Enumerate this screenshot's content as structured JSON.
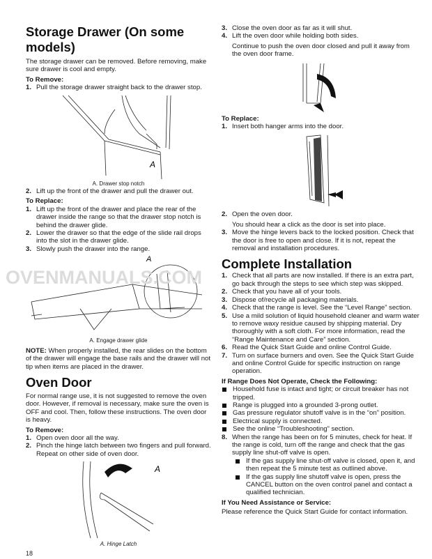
{
  "watermark": "OVENMANUALS.COM",
  "page_number": "18",
  "storage": {
    "title": "Storage Drawer (On some models)",
    "intro": "The storage drawer can be removed. Before removing, make sure drawer is cool and empty.",
    "remove_heading": "To Remove:",
    "remove_steps": [
      {
        "n": "1.",
        "t": "Pull the storage drawer straight back to the drawer stop."
      },
      {
        "n": "2.",
        "t": "Lift up the front of the drawer and pull the drawer out."
      }
    ],
    "fig1_label": "A",
    "fig1_caption": "A. Drawer stop notch",
    "replace_heading": "To Replace:",
    "replace_steps": [
      {
        "n": "1.",
        "t": "Lift up the front of the drawer and place the rear of the drawer inside the range so that the drawer stop notch is behind the drawer glide."
      },
      {
        "n": "2.",
        "t": "Lower the drawer so that the edge of the slide rail drops into the slot in the drawer glide."
      },
      {
        "n": "3.",
        "t": "Slowly push the drawer into the range."
      }
    ],
    "fig2_label": "A",
    "fig2_caption": "A. Engage drawer glide",
    "note_label": "NOTE:",
    "note": " When properly installed, the rear slides on the bottom of the drawer will engage the base rails and the drawer will not tip when items are placed in the drawer."
  },
  "oven_door": {
    "title": "Oven Door",
    "intro": "For normal range use, it is not suggested to remove the oven door. However, if removal is necessary, make sure the oven is OFF and cool. Then, follow these instructions. The oven door is heavy.",
    "remove_heading": "To Remove:",
    "remove_steps": [
      {
        "n": "1.",
        "t": "Open oven door all the way."
      },
      {
        "n": "2.",
        "t": "Pinch the hinge latch between two fingers and pull forward. Repeat on other side of oven door."
      },
      {
        "n": "3.",
        "t": "Close the oven door as far as it will shut."
      },
      {
        "n": "4.",
        "t": "Lift the oven door while holding both sides."
      }
    ],
    "continue": "Continue to push the oven door closed and pull it away from the oven door frame.",
    "fig_label": "A",
    "fig_caption": "A. Hinge Latch",
    "replace_heading": "To Replace:",
    "replace_steps": [
      {
        "n": "1.",
        "t": "Insert both hanger arms into the door."
      },
      {
        "n": "2.",
        "t": "Open the oven door."
      },
      {
        "n": "3.",
        "t": "Move the hinge levers back to the locked position. Check that the door is free to open and close. If it is not, repeat the removal and installation procedures."
      }
    ],
    "click_note": "You should hear a click as the door is set into place."
  },
  "complete": {
    "title": "Complete Installation",
    "steps": [
      {
        "n": "1.",
        "t": "Check that all parts are now installed. If there is an extra part, go back through the steps to see which step was skipped."
      },
      {
        "n": "2.",
        "t": "Check that you have all of your tools."
      },
      {
        "n": "3.",
        "t": "Dispose of/recycle all packaging materials."
      },
      {
        "n": "4.",
        "t": "Check that the range is level. See the “Level Range” section."
      },
      {
        "n": "5.",
        "t": "Use a mild solution of liquid household cleaner and warm water to remove waxy residue caused by shipping material. Dry thoroughly with a soft cloth. For more information, read the “Range Maintenance and Care” section."
      },
      {
        "n": "6.",
        "t": "Read the Quick Start Guide and online Control Guide."
      },
      {
        "n": "7.",
        "t": "Turn on surface burners and oven. See the Quick Start Guide and online Control Guide for specific instruction on range operation."
      }
    ],
    "not_operate_heading": "If Range Does Not Operate, Check the Following:",
    "checks": [
      "Household fuse is intact and tight; or circuit breaker has not tripped.",
      "Range is plugged into a grounded 3-prong outlet.",
      "Gas pressure regulator shutoff valve is in the “on” position.",
      "Electrical supply is connected.",
      "See the online “Troubleshooting” section."
    ],
    "step8": {
      "n": "8.",
      "t": "When the range has been on for 5 minutes, check for heat. If the range is cold, turn off the range and check that the gas supply line shut-off valve is open."
    },
    "step8_bullets": [
      "If the gas supply line shut-off valve is closed, open it, and then repeat the 5 minute test as outlined above.",
      "If the gas supply line shutoff valve is open, press the CANCEL button on the oven control panel and contact a qualified technician."
    ],
    "assist_heading": "If You Need Assistance or Service:",
    "assist_text": "Please reference the Quick Start Guide for contact information."
  }
}
